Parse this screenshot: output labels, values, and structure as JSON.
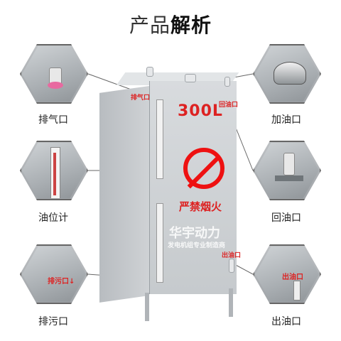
{
  "title": {
    "part1": "产品",
    "part2": "解析"
  },
  "callouts": {
    "vent": "排气口",
    "fill": "加油口",
    "gauge": "油位计",
    "return": "回油口",
    "drain": "排污口",
    "outlet": "出油口"
  },
  "tank": {
    "capacity": "300L",
    "warning": "严禁烟火",
    "label_vent": "排气口",
    "label_return": "回油口",
    "label_outlet": "出油口",
    "label_drain": "排污口↓"
  },
  "watermark": {
    "brand": "华宇动力",
    "sub": "发电机组专业制造商"
  },
  "colors": {
    "red": "#dd2222",
    "steel": "#c8ccd0"
  }
}
